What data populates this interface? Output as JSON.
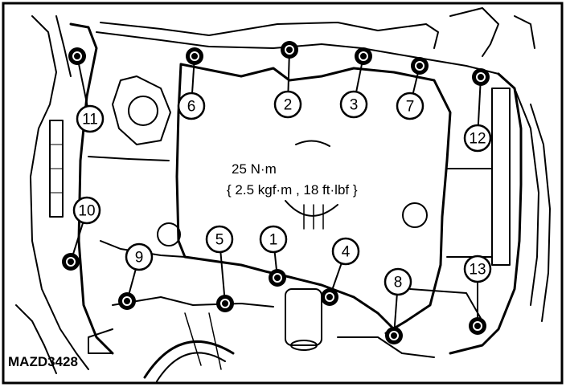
{
  "diagram": {
    "torque_spec": {
      "line1": "25 N·m",
      "line2": "{ 2.5 kgf·m , 18 ft·lbf }"
    },
    "figure_code": "MAZD3428",
    "callouts": [
      {
        "id": "1",
        "label": "1"
      },
      {
        "id": "2",
        "label": "2"
      },
      {
        "id": "3",
        "label": "3"
      },
      {
        "id": "4",
        "label": "4"
      },
      {
        "id": "5",
        "label": "5"
      },
      {
        "id": "6",
        "label": "6"
      },
      {
        "id": "7",
        "label": "7"
      },
      {
        "id": "8",
        "label": "8"
      },
      {
        "id": "9",
        "label": "9"
      },
      {
        "id": "10",
        "label": "10"
      },
      {
        "id": "11",
        "label": "11"
      },
      {
        "id": "12",
        "label": "12"
      },
      {
        "id": "13",
        "label": "13"
      }
    ]
  }
}
